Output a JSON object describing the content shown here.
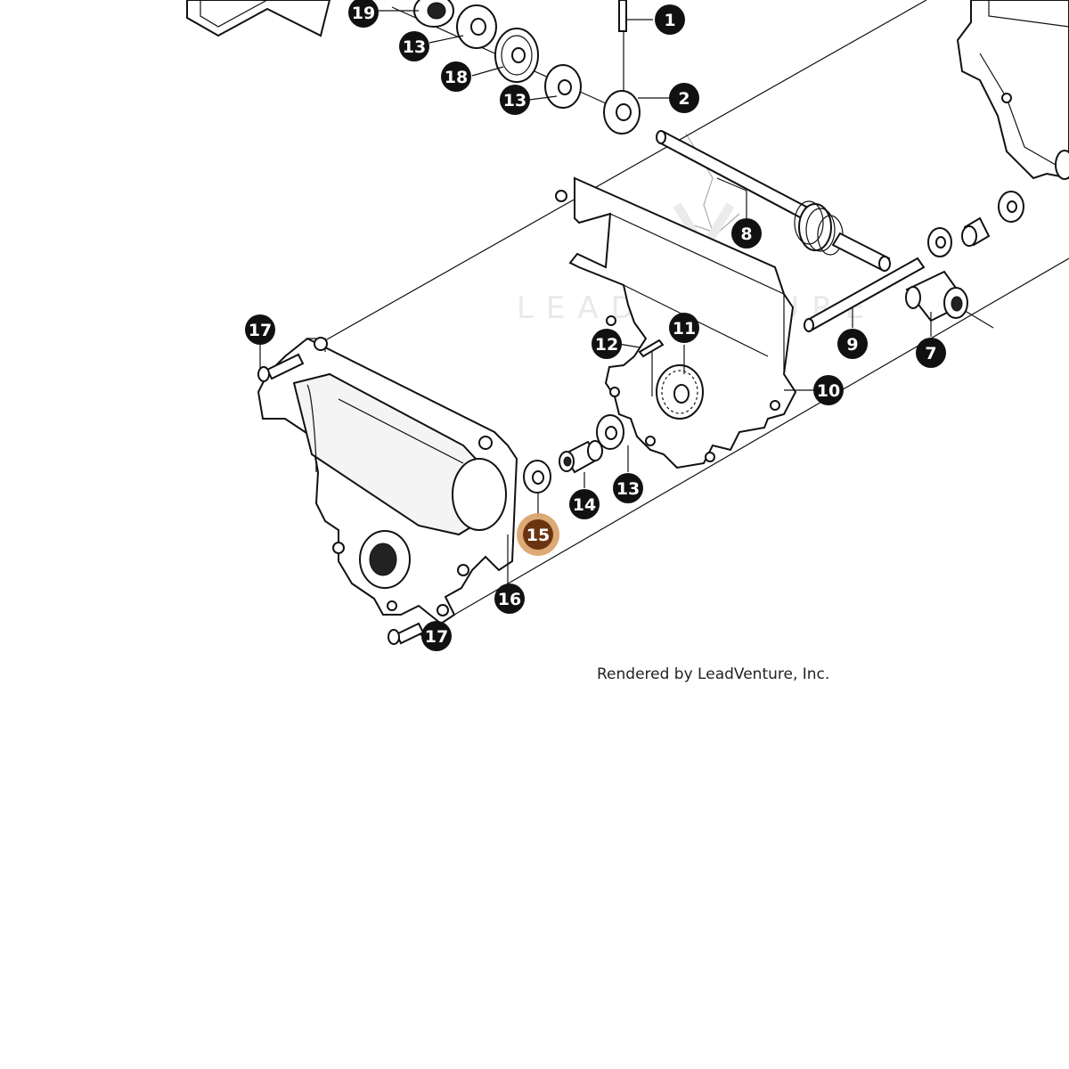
{
  "diagram": {
    "callouts": [
      {
        "label": "19",
        "highlighted": false
      },
      {
        "label": "13",
        "highlighted": false
      },
      {
        "label": "18",
        "highlighted": false
      },
      {
        "label": "13",
        "highlighted": false
      },
      {
        "label": "1",
        "highlighted": false
      },
      {
        "label": "2",
        "highlighted": false
      },
      {
        "label": "8",
        "highlighted": false
      },
      {
        "label": "9",
        "highlighted": false
      },
      {
        "label": "7",
        "highlighted": false
      },
      {
        "label": "17",
        "highlighted": false
      },
      {
        "label": "12",
        "highlighted": false
      },
      {
        "label": "11",
        "highlighted": false
      },
      {
        "label": "10",
        "highlighted": false
      },
      {
        "label": "14",
        "highlighted": false
      },
      {
        "label": "13",
        "highlighted": false
      },
      {
        "label": "15",
        "highlighted": true
      },
      {
        "label": "16",
        "highlighted": false
      },
      {
        "label": "17",
        "highlighted": false
      }
    ],
    "watermark": "LEADVENTURE",
    "credit": "Rendered by LeadVenture, Inc.",
    "colors": {
      "callout": "#111111",
      "highlight_ring": "#d9a066",
      "highlight_core": "#6b3410"
    }
  }
}
